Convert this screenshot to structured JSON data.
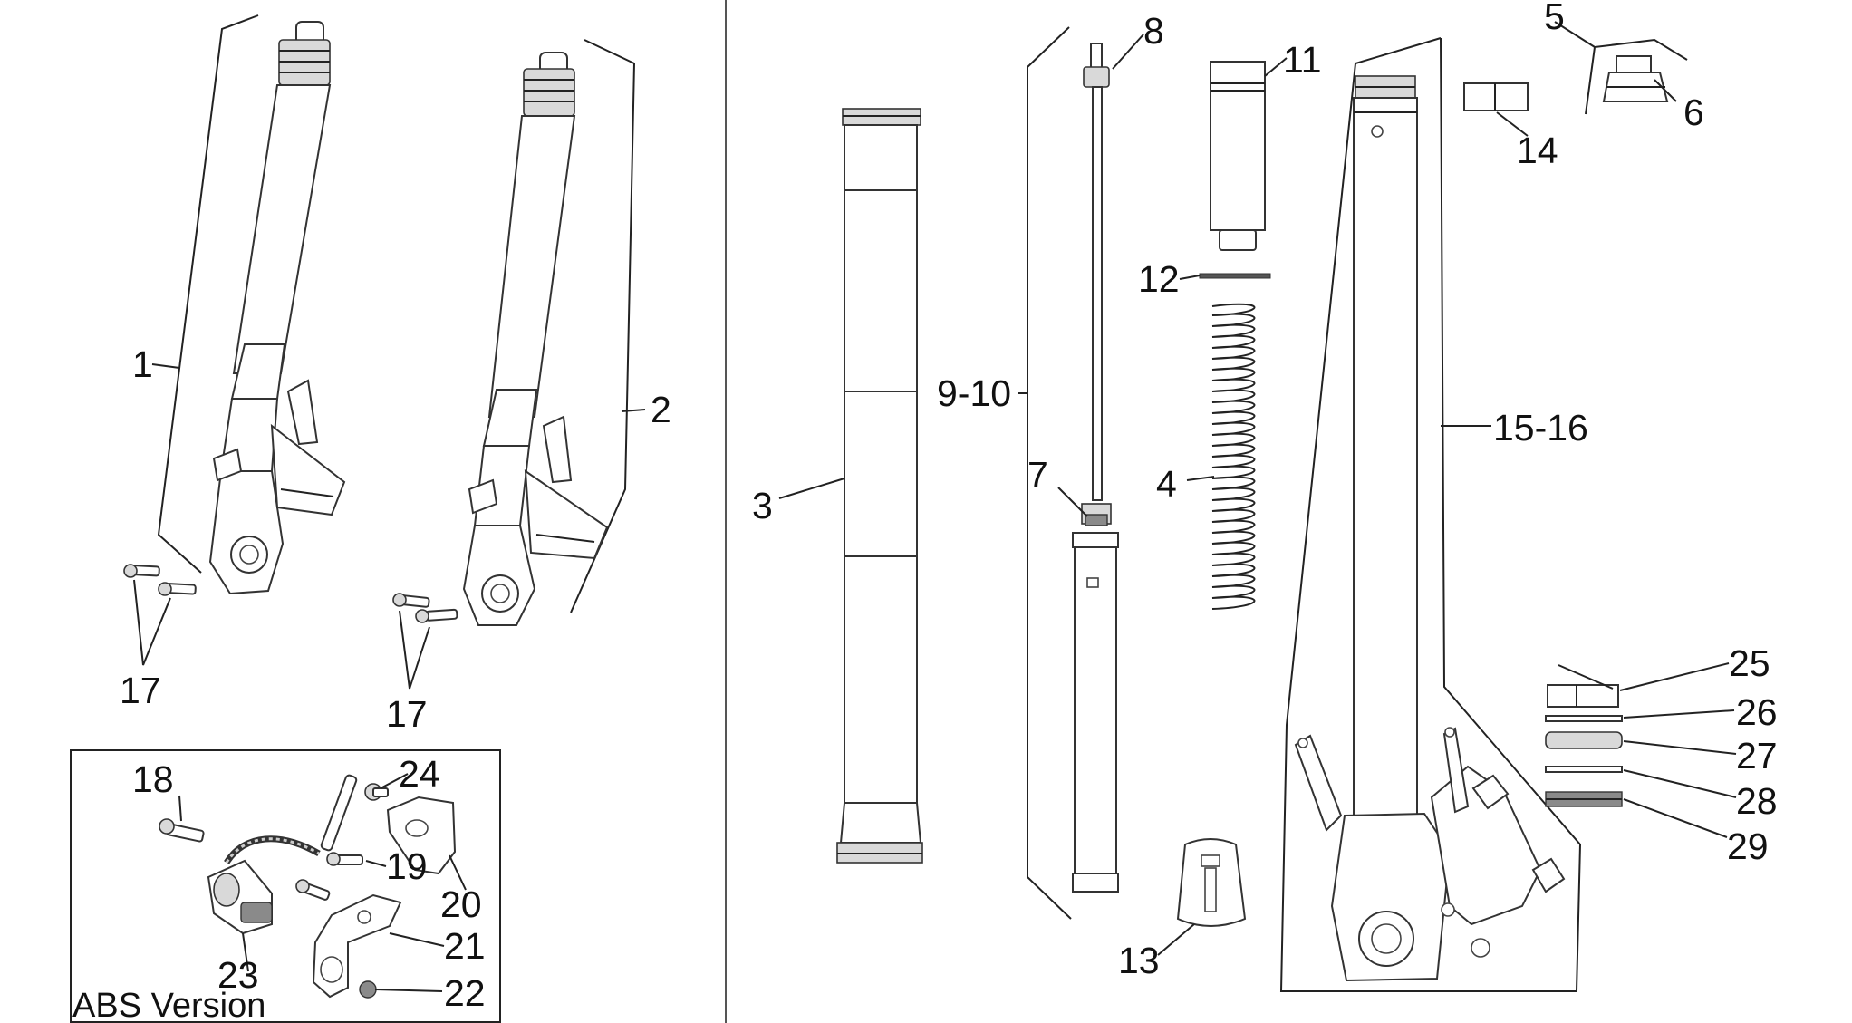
{
  "labels": {
    "l1": "1",
    "l2": "2",
    "l3": "3",
    "l4": "4",
    "l5": "5",
    "l6": "6",
    "l7": "7",
    "l8": "8",
    "l9_10": "9-10",
    "l11": "11",
    "l12": "12",
    "l13": "13",
    "l14": "14",
    "l15_16": "15-16",
    "l17a": "17",
    "l17b": "17",
    "l18": "18",
    "l19": "19",
    "l20": "20",
    "l21": "21",
    "l22": "22",
    "l23": "23",
    "l24": "24",
    "l25": "25",
    "l26": "26",
    "l27": "27",
    "l28": "28",
    "l29": "29"
  },
  "abs_box": {
    "caption": "ABS Version"
  }
}
